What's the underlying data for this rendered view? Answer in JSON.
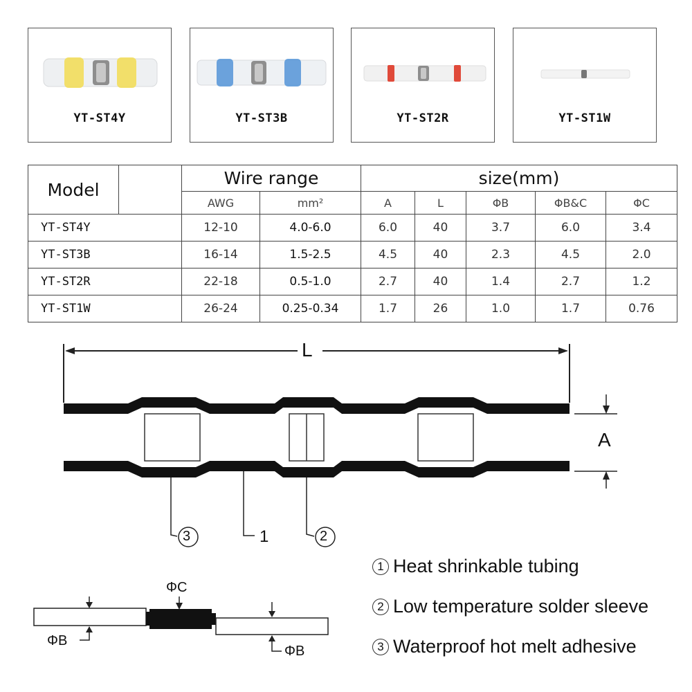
{
  "products": [
    {
      "label": "YT-ST4Y",
      "band_color": "#f2dc52"
    },
    {
      "label": "YT-ST3B",
      "band_color": "#4a8fd6"
    },
    {
      "label": "YT-ST2R",
      "band_color": "#e04a3a"
    },
    {
      "label": "YT-ST1W",
      "band_color": "#e6e6e6"
    }
  ],
  "table": {
    "model_header": "Model",
    "wire_range_header": "Wire range",
    "size_header": "size(mm)",
    "sub_headers": [
      "AWG",
      "mm²",
      "A",
      "L",
      "ΦB",
      "ΦB&C",
      "ΦC"
    ],
    "rows": [
      {
        "model": "YT-ST4Y",
        "awg": "12-10",
        "mm2": "4.0-6.0",
        "a": "6.0",
        "l": "40",
        "b": "3.7",
        "bc": "6.0",
        "c": "3.4"
      },
      {
        "model": "YT-ST3B",
        "awg": "16-14",
        "mm2": "1.5-2.5",
        "a": "4.5",
        "l": "40",
        "b": "2.3",
        "bc": "4.5",
        "c": "2.0"
      },
      {
        "model": "YT-ST2R",
        "awg": "22-18",
        "mm2": "0.5-1.0",
        "a": "2.7",
        "l": "40",
        "b": "1.4",
        "bc": "2.7",
        "c": "1.2"
      },
      {
        "model": "YT-ST1W",
        "awg": "26-24",
        "mm2": "0.25-0.34",
        "a": "1.7",
        "l": "26",
        "b": "1.0",
        "bc": "1.7",
        "c": "0.76"
      }
    ]
  },
  "diagram": {
    "length_label": "L",
    "a_label": "A",
    "callout_3": "3",
    "callout_1": "1",
    "callout_2": "2",
    "phi_c_label": "ΦC",
    "phi_b_left_label": "ΦB",
    "phi_b_right_label": "ΦB"
  },
  "legend": [
    {
      "num": "1",
      "text": "Heat shrinkable tubing"
    },
    {
      "num": "2",
      "text": "Low temperature solder sleeve"
    },
    {
      "num": "3",
      "text": "Waterproof hot melt adhesive"
    }
  ]
}
